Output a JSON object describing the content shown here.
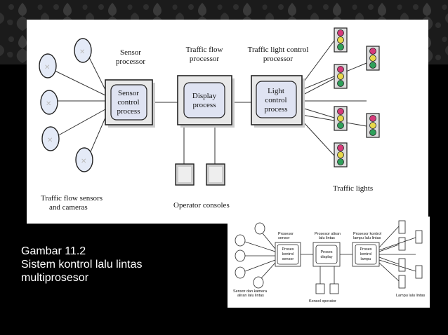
{
  "caption": {
    "line1": "Gambar 11.2",
    "line2": "Sistem kontrol lalu lintas",
    "line3": "multiprosesor"
  },
  "main_diagram": {
    "sensor_processor_label": [
      "Sensor",
      "processor"
    ],
    "traffic_flow_processor_label": [
      "Traffic flow",
      "processor"
    ],
    "traffic_light_control_processor_label": [
      "Traffic light control",
      "processor"
    ],
    "sensor_control_process": [
      "Sensor",
      "control",
      "process"
    ],
    "display_process": [
      "Display",
      "process"
    ],
    "light_control_process": [
      "Light",
      "control",
      "process"
    ],
    "sensors_label": [
      "Traffic flow sensors",
      "and cameras"
    ],
    "operator_consoles_label": "Operator consoles",
    "traffic_lights_label": "Traffic lights"
  },
  "small_diagram": {
    "sensor_processor_label": [
      "Prosesor",
      "sensor"
    ],
    "traffic_flow_processor_label": [
      "Prosesor aliran",
      "lalu lintas"
    ],
    "traffic_light_control_processor_label": [
      "Prosesor kontrol",
      "lampu lalu lintas"
    ],
    "sensor_control_process": [
      "Proses",
      "kontrol",
      "sensor"
    ],
    "display_process": [
      "Proses",
      "display"
    ],
    "light_control_process": [
      "Proses",
      "kontrol",
      "lampu"
    ],
    "sensors_label": [
      "Sensor dan kamera",
      "aliran lalu lintas"
    ],
    "operator_consoles_label": "Konsol operator",
    "traffic_lights_label": "Lampu lalu lintas"
  },
  "colors": {
    "background": "#000000",
    "band_dark": "#1b1b1b",
    "band_pattern": "#3a3a3a",
    "figure_bg": "#ffffff",
    "process_box_bg": "#dfe3f2",
    "sensor_fill": "#e4eaf7",
    "light_red": "#d63a7a",
    "light_yellow": "#e8d84a",
    "light_green": "#2fa05a"
  }
}
